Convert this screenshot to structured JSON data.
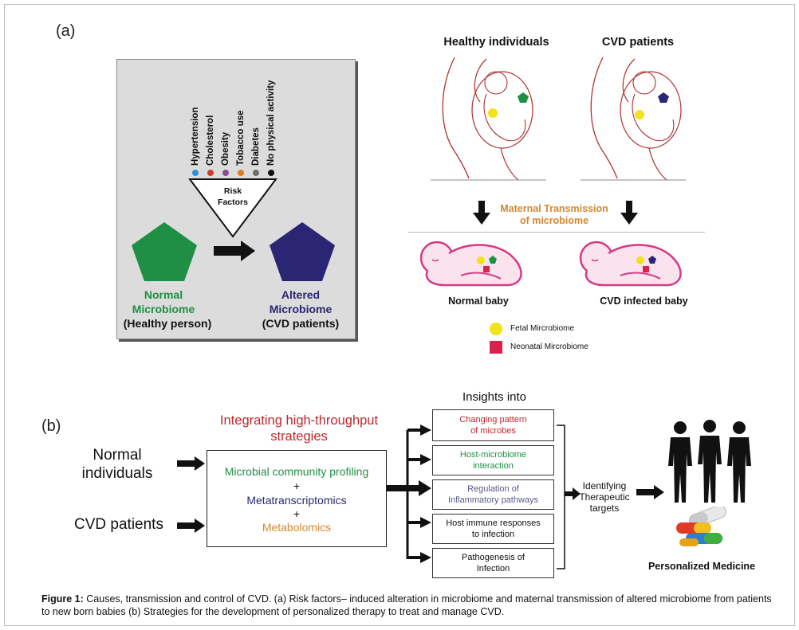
{
  "panel_a": {
    "label": "(a)",
    "risk_factors": [
      {
        "label": "Hypertension",
        "color": "#2a8fd6"
      },
      {
        "label": "Cholesterol",
        "color": "#d23a2a"
      },
      {
        "label": "Obesity",
        "color": "#8e4b8f"
      },
      {
        "label": "Tobacco use",
        "color": "#e07a1f"
      },
      {
        "label": "Diabetes",
        "color": "#6e6e6e"
      },
      {
        "label": "No physical activity",
        "color": "#111111"
      }
    ],
    "risk_triangle_line1": "Risk",
    "risk_triangle_line2": "Factors",
    "normal_line1": "Normal",
    "normal_line2": "Microbiome",
    "normal_line3": "(Healthy person)",
    "altered_line1": "Altered",
    "altered_line2": "Microbiome",
    "altered_line3": "(CVD patients)",
    "healthy_title": "Healthy individuals",
    "cvd_title": "CVD patients",
    "transmission_line1": "Maternal Transmission",
    "transmission_line2": "of microbiome",
    "normal_baby": "Normal baby",
    "cvd_baby": "CVD infected baby",
    "legend_fetal": "Fetal Mircrobiome",
    "legend_neonatal": "Neonatal Mircrobiome",
    "colors": {
      "green": "#1f8f45",
      "navy": "#2a2673",
      "yellow": "#f2e21a",
      "crimson": "#d8214b",
      "orange": "#d4892e",
      "pink": "#d43a86"
    }
  },
  "panel_b": {
    "label": "(b)",
    "normal_individuals_line1": "Normal",
    "normal_individuals_line2": "individuals",
    "cvd_patients": "CVD patients",
    "integrating_line1": "Integrating high-throughput",
    "integrating_line2": "strategies",
    "profiling": "Microbial community profiling",
    "plus1": "+",
    "metatranscriptomics": "Metatranscriptomics",
    "plus2": "+",
    "metabolomics": "Metabolomics",
    "insights_title": "Insights into",
    "insights": [
      {
        "line1": "Changing pattern",
        "line2": "of microbes",
        "color": "#c0282d"
      },
      {
        "line1": "Host-microbiome",
        "line2": "interaction",
        "color": "#1f8f45"
      },
      {
        "line1": "Regulation of",
        "line2": "Inflammatory pathways",
        "color": "#5a5a8a"
      },
      {
        "line1": "Host immune responses",
        "line2": "to infection",
        "color": "#222222"
      },
      {
        "line1": "Pathogenesis of",
        "line2": "Infection",
        "color": "#222222"
      }
    ],
    "identifying_line1": "Identifying",
    "identifying_line2": "Therapeutic",
    "identifying_line3": "targets",
    "personalized": "Personalized Medicine"
  },
  "caption": {
    "figure_label": "Figure 1:",
    "text": " Causes, transmission and control of CVD. (a) Risk factors– induced alteration in microbiome and maternal transmission of altered microbiome from patients to new born babies (b) Strategies for the development of personalized therapy to treat and manage CVD."
  }
}
